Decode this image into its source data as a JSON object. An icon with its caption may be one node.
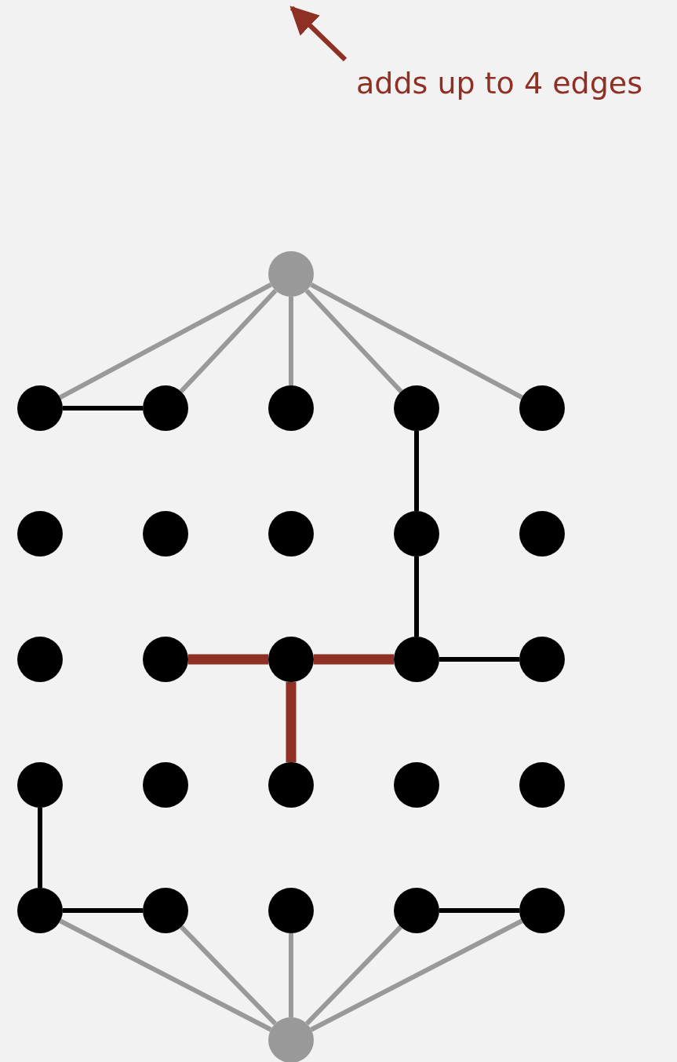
{
  "diagram": {
    "nodes": [
      {
        "text": [
          "adds up to 4 edges"
        ]
      },
      {
        "text": [],
        "shape": "circle"
      },
      {
        "text": [],
        "shape": "circle"
      },
      {
        "text": [],
        "shape": "circle"
      },
      {
        "text": [],
        "shape": "circle"
      },
      {
        "text": [],
        "shape": "circle"
      },
      {
        "text": [],
        "shape": "circle"
      },
      {
        "text": [],
        "shape": "circle"
      },
      {
        "text": [],
        "shape": "circle"
      },
      {
        "text": [],
        "shape": "circle"
      },
      {
        "text": [],
        "shape": "circle"
      },
      {
        "text": [],
        "shape": "circle"
      },
      {
        "text": [],
        "shape": "circle"
      },
      {
        "text": [],
        "shape": "circle"
      },
      {
        "text": [],
        "shape": "circle"
      },
      {
        "text": [],
        "shape": "circle"
      },
      {
        "text": [],
        "shape": "circle"
      },
      {
        "text": [],
        "shape": "circle"
      },
      {
        "text": [],
        "shape": "circle"
      },
      {
        "text": [],
        "shape": "circle"
      },
      {
        "text": [],
        "shape": "circle"
      },
      {
        "text": [],
        "shape": "circle"
      },
      {
        "text": [],
        "shape": "circle"
      },
      {
        "text": [],
        "shape": "circle"
      },
      {
        "text": [],
        "shape": "circle"
      },
      {
        "text": [],
        "shape": "circle"
      },
      {
        "text": [],
        "shape": "circle"
      },
      {
        "text": [],
        "shape": "circle"
      }
    ],
    "edges": [
      {
        "from": 0,
        "to": null,
        "arrow": "to",
        "color": "#8e3024"
      },
      {
        "from": 1,
        "to": 2,
        "arrow": "none"
      },
      {
        "from": 1,
        "to": 3,
        "arrow": "none"
      },
      {
        "from": 1,
        "to": 4,
        "arrow": "none"
      },
      {
        "from": 1,
        "to": 5,
        "arrow": "none"
      },
      {
        "from": 1,
        "to": 6,
        "arrow": "none"
      },
      {
        "from": 2,
        "to": 3,
        "arrow": "none",
        "color": "#000000"
      },
      {
        "from": 5,
        "to": 10,
        "arrow": "none",
        "color": "#000000"
      },
      {
        "from": 10,
        "to": 15,
        "arrow": "none",
        "color": "#000000"
      },
      {
        "from": 13,
        "to": 14,
        "arrow": "none",
        "style": "thick",
        "color": "#8e3024"
      },
      {
        "from": 14,
        "to": 15,
        "arrow": "none",
        "style": "thick",
        "color": "#8e3024"
      },
      {
        "from": 15,
        "to": 16,
        "arrow": "none",
        "color": "#000000"
      },
      {
        "from": 14,
        "to": 19,
        "arrow": "none",
        "style": "thick",
        "color": "#8e3024"
      },
      {
        "from": 17,
        "to": 22,
        "arrow": "none",
        "color": "#000000"
      },
      {
        "from": 22,
        "to": 23,
        "arrow": "none",
        "color": "#000000"
      },
      {
        "from": 25,
        "to": 26,
        "arrow": "none",
        "color": "#000000"
      },
      {
        "from": 22,
        "to": 27,
        "arrow": "none"
      },
      {
        "from": 23,
        "to": 27,
        "arrow": "none"
      },
      {
        "from": 24,
        "to": 27,
        "arrow": "none"
      },
      {
        "from": 25,
        "to": 27,
        "arrow": "none"
      },
      {
        "from": 26,
        "to": 27,
        "arrow": "none"
      }
    ]
  }
}
